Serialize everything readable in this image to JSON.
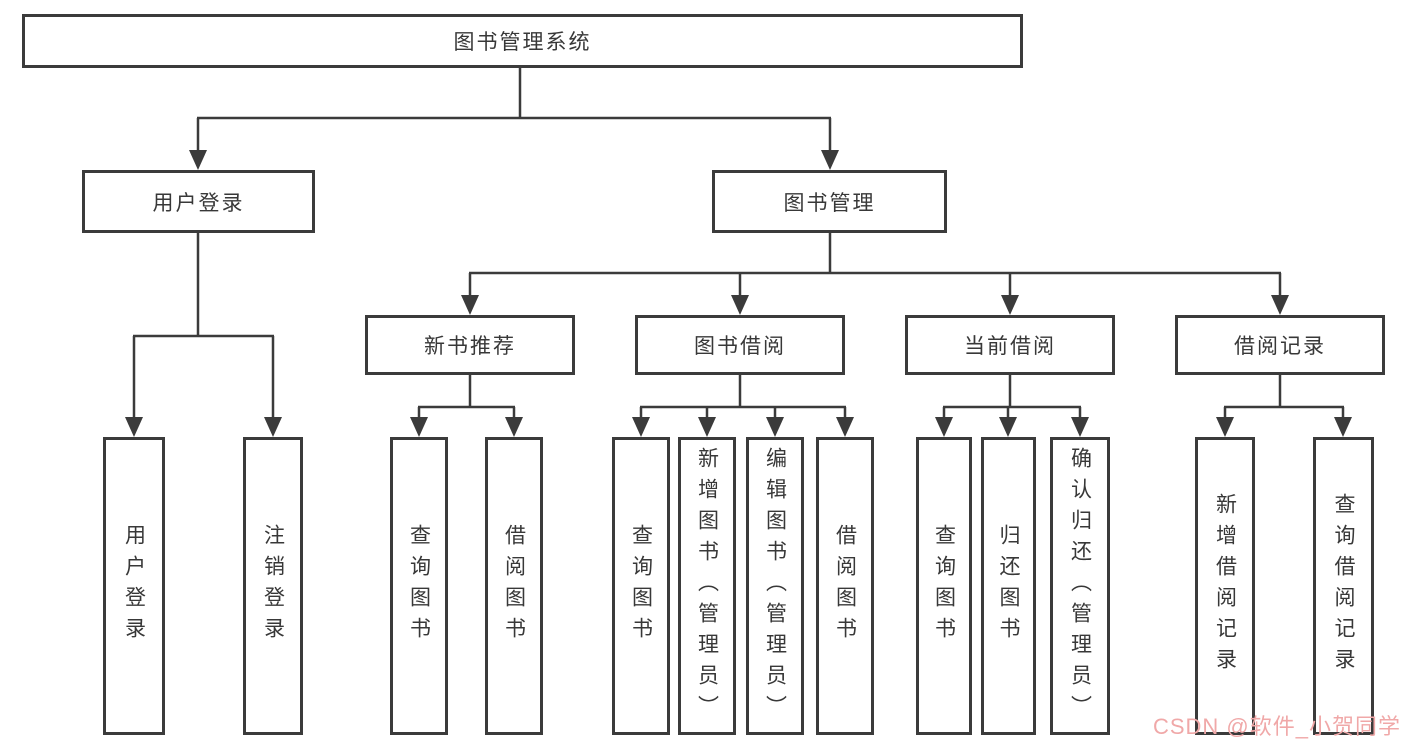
{
  "tree": {
    "root": "图书管理系统",
    "children": [
      {
        "label": "用户登录",
        "children": [
          "用户登录",
          "注销登录"
        ]
      },
      {
        "label": "图书管理",
        "children": [
          {
            "label": "新书推荐",
            "children": [
              "查询图书",
              "借阅图书"
            ]
          },
          {
            "label": "图书借阅",
            "children": [
              "查询图书",
              "新增图书（管理员）",
              "编辑图书（管理员）",
              "借阅图书"
            ]
          },
          {
            "label": "当前借阅",
            "children": [
              "查询图书",
              "归还图书",
              "确认归还（管理员）"
            ]
          },
          {
            "label": "借阅记录",
            "children": [
              "新增借阅记录",
              "查询借阅记录"
            ]
          }
        ]
      }
    ]
  },
  "watermark": {
    "text": "CSDN @软件_小贺同学",
    "color": "#f0a8a8"
  },
  "colors": {
    "line": "#3b3b3b",
    "box_border": "#3b3b3b",
    "text": "#383838",
    "background": "#ffffff"
  }
}
